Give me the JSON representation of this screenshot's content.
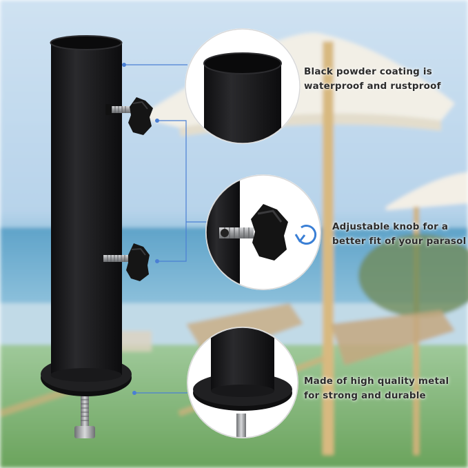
{
  "colors": {
    "accent_line": "#4a7fd4",
    "tube": "#1c1c1e",
    "knob": "#151515",
    "bolt": "#a7a9ac",
    "rotate_arrow": "#3a7fd5"
  },
  "icons": [
    "rotate-arrow-icon"
  ],
  "features": [
    {
      "lines": [
        "Black powder coating is",
        "waterproof and rustproof"
      ]
    },
    {
      "lines": [
        "Adjustable knob for a",
        "better fit of your parasol"
      ]
    },
    {
      "lines": [
        "Made of high quality metal",
        "for strong and durable"
      ]
    }
  ]
}
